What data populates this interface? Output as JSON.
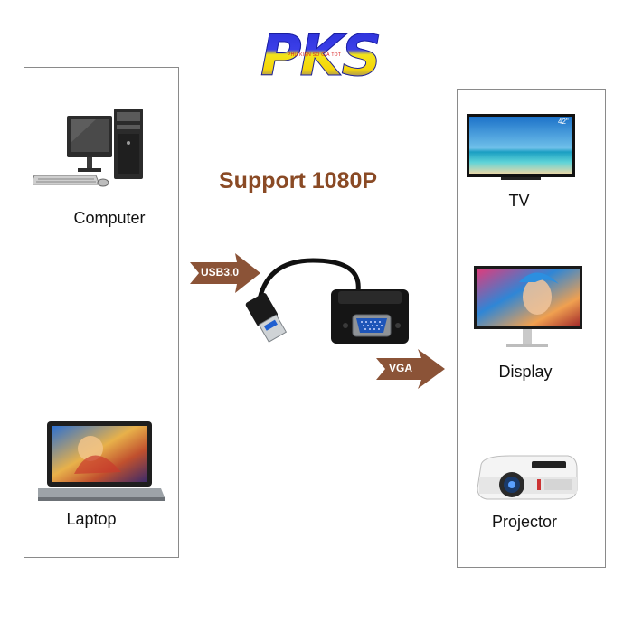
{
  "logo": {
    "text": "PKS",
    "tagline": "PHỤ KIỆN SỐ GIÁ TỐT"
  },
  "headline": "Support 1080P",
  "arrows": {
    "usb": "USB3.0",
    "vga": "VGA"
  },
  "left_devices": [
    {
      "label": "Computer"
    },
    {
      "label": "Laptop"
    }
  ],
  "right_devices": [
    {
      "label": "TV",
      "badge": "42\""
    },
    {
      "label": "Display"
    },
    {
      "label": "Projector"
    }
  ],
  "colors": {
    "headline": "#8a4a25",
    "arrow": "#8b5337",
    "logo_blue": "#2a2fd6",
    "logo_yellow": "#f2e41a"
  }
}
